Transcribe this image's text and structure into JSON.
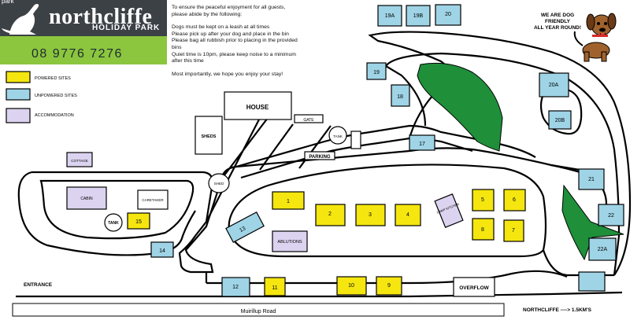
{
  "header": {
    "brand_small": "park",
    "brand_name": "northcliffe",
    "brand_sub": "HOLIDAY PARK",
    "phone": "08 9776 7276"
  },
  "rules": {
    "intro": "To ensure the peaceful enjoyment for all guests, please abide by the following:",
    "lines": [
      "Dogs must be kept on a leash at all times",
      "Please pick up after your dog and place in the bin",
      "Please bag all rubbish prior to placing in the provided bins",
      "Quiet time is 10pm, please keep noise to a minimum after this time"
    ],
    "closing": "Most importantly, we hope you enjoy your stay!"
  },
  "legend": {
    "powered": "POWERED SITES",
    "unpowered": "UNPOWERED SITES",
    "accommodation": "ACCOMMODATION"
  },
  "dog_notice": [
    "WE ARE DOG",
    "FRIENDLY",
    "ALL YEAR ROUND!"
  ],
  "colors": {
    "powered": "#f5e60f",
    "unpowered": "#9fd4e6",
    "accommodation": "#dcd3f0",
    "green_area": "#1f8f3a",
    "logo_green": "#8bc63e",
    "logo_dark": "#3c4146"
  },
  "buildings": {
    "house": "HOUSE",
    "sheds": "SHEDS",
    "gate": "GATE",
    "tank_top": "TANK",
    "parking": "PARKING",
    "shed": "SHED",
    "cottage": "COTTAGE",
    "cabin": "CABIN",
    "caretaker": "CARETAKER",
    "tank_left": "TANK",
    "ablutions": "ABLUTIONS",
    "camp_kitchen": "CAMP KITCHEN",
    "overflow": "OVERFLOW"
  },
  "sites": {
    "powered": [
      "1",
      "2",
      "3",
      "4",
      "5",
      "6",
      "7",
      "8",
      "9",
      "10",
      "11",
      "15"
    ],
    "unpowered": [
      "12",
      "13",
      "14",
      "17",
      "18",
      "19",
      "19A",
      "19B",
      "20",
      "20A",
      "20B",
      "21",
      "22",
      "22A"
    ]
  },
  "labels": {
    "entrance": "ENTRANCE",
    "road": "Muirillup Road",
    "direction": "NORTHCLIFFE ----> 1.5KM'S"
  }
}
